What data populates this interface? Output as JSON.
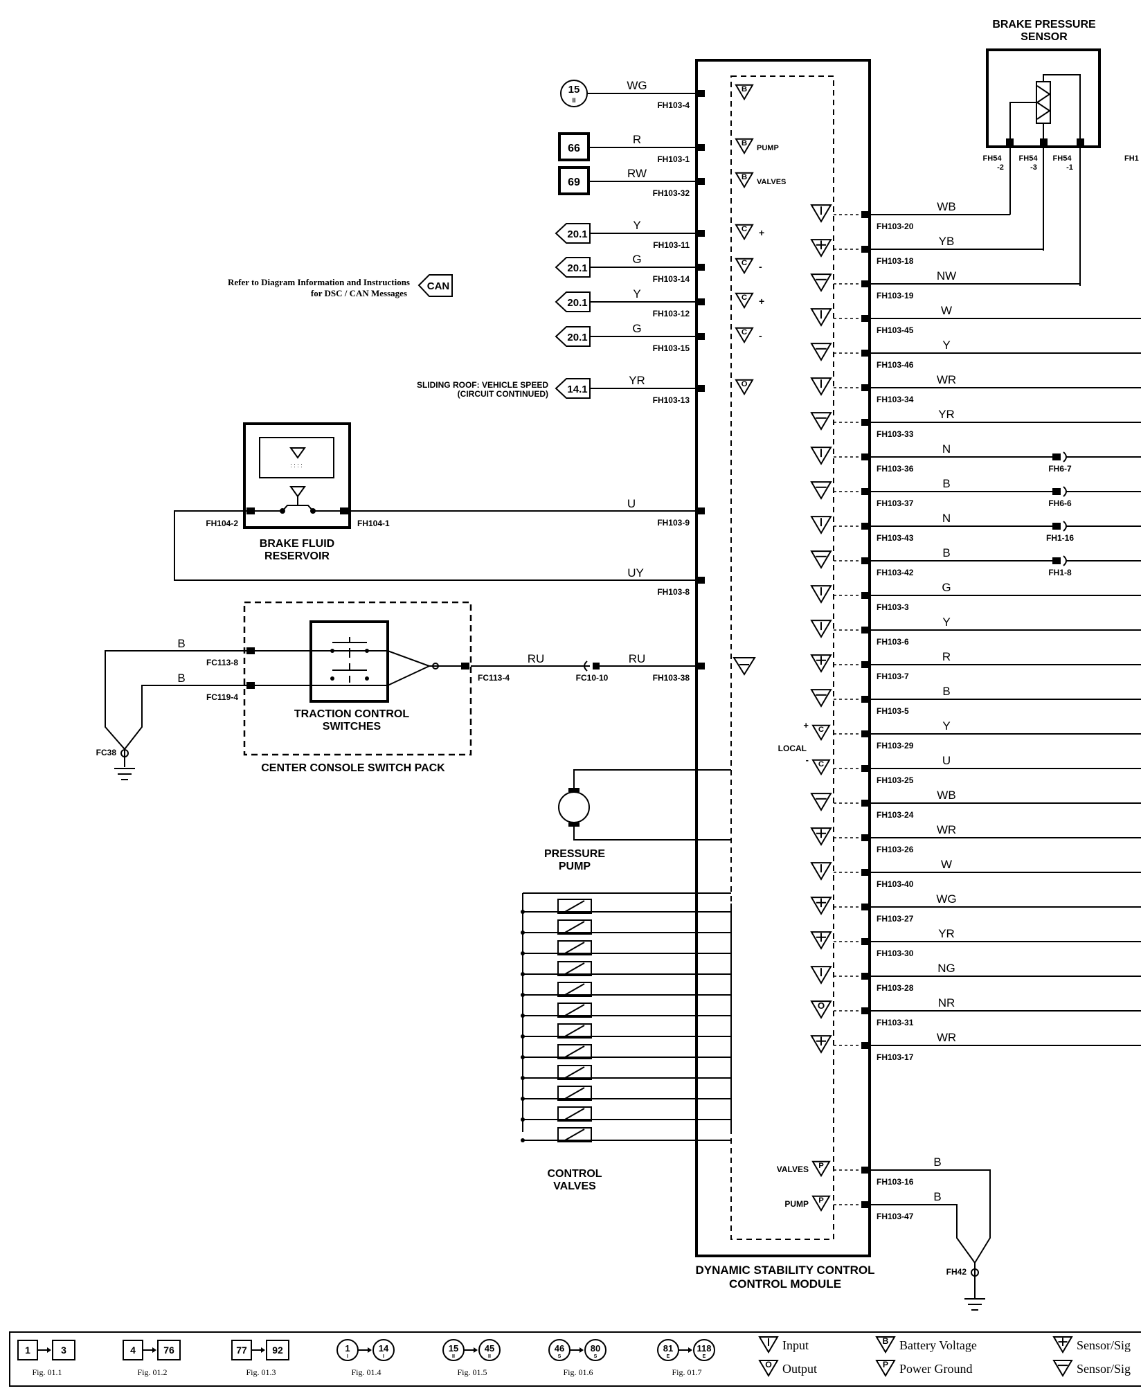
{
  "title": {
    "module_line1": "DYNAMIC STABILITY CONTROL",
    "module_line2": "CONTROL MODULE"
  },
  "note": {
    "line1": "Refer to Diagram Information and Instructions",
    "line2": "for DSC / CAN Messages",
    "tag": "CAN"
  },
  "sensor": {
    "title1": "BRAKE PRESSURE",
    "title2": "SENSOR",
    "pins": [
      {
        "name": "FH54",
        "pin": "-2"
      },
      {
        "name": "FH54",
        "pin": "-3"
      },
      {
        "name": "FH54",
        "pin": "-1"
      }
    ],
    "cut_label": "FH1"
  },
  "left_inputs": [
    {
      "ref": "15",
      "ref_sub": "II",
      "kind": "circle",
      "wire": "WG",
      "conn": "FH103-4",
      "sym": "B",
      "note": ""
    },
    {
      "ref": "66",
      "ref_sub": "",
      "kind": "box",
      "wire": "R",
      "conn": "FH103-1",
      "sym": "B",
      "note": "PUMP"
    },
    {
      "ref": "69",
      "ref_sub": "",
      "kind": "box",
      "wire": "RW",
      "conn": "FH103-32",
      "sym": "B",
      "note": "VALVES"
    },
    {
      "ref": "20.1",
      "ref_sub": "",
      "kind": "arrow",
      "wire": "Y",
      "conn": "FH103-11",
      "sym": "C",
      "note": "+"
    },
    {
      "ref": "20.1",
      "ref_sub": "",
      "kind": "arrow",
      "wire": "G",
      "conn": "FH103-14",
      "sym": "C",
      "note": "-"
    },
    {
      "ref": "20.1",
      "ref_sub": "",
      "kind": "arrow",
      "wire": "Y",
      "conn": "FH103-12",
      "sym": "C",
      "note": "+"
    },
    {
      "ref": "20.1",
      "ref_sub": "",
      "kind": "arrow",
      "wire": "G",
      "conn": "FH103-15",
      "sym": "C",
      "note": "-"
    },
    {
      "ref": "14.1",
      "ref_sub": "",
      "kind": "arrow",
      "wire": "YR",
      "conn": "FH103-13",
      "sym": "O",
      "note": ""
    }
  ],
  "sliding_roof": {
    "line1": "SLIDING ROOF: VEHICLE SPEED",
    "line2": "(CIRCUIT CONTINUED)"
  },
  "reservoir": {
    "label1": "BRAKE FLUID",
    "label2": "RESERVOIR",
    "left_conn": "FH104-2",
    "right_conn": "FH104-1",
    "wire_u": "U",
    "conn_u": "FH103-9",
    "wire_uy": "UY",
    "conn_uy": "FH103-8"
  },
  "switch_pack": {
    "inner_label1": "TRACTION CONTROL",
    "inner_label2": "SWITCHES",
    "outer_label": "CENTER CONSOLE SWITCH PACK",
    "conn_top": "FC113-8",
    "conn_bottom": "FC119-4",
    "conn_out": "FC113-4",
    "wire_top": "B",
    "wire_bottom": "B",
    "wire_ru1": "RU",
    "wire_ru2": "RU",
    "inline_conn": "FC10-10",
    "module_conn": "FH103-38",
    "ground": "FC38"
  },
  "pump": {
    "label1": "PRESSURE",
    "label2": "PUMP"
  },
  "valves": {
    "label1": "CONTROL",
    "label2": "VALVES",
    "count": 12
  },
  "right_outputs": [
    {
      "sym": "I",
      "conn": "FH103-20",
      "wire": "WB",
      "end": "sensor2"
    },
    {
      "sym": "+",
      "conn": "FH103-18",
      "wire": "YB",
      "end": "sensor3"
    },
    {
      "sym": "-",
      "conn": "FH103-19",
      "wire": "NW",
      "end": "sensor1"
    },
    {
      "sym": "I",
      "conn": "FH103-45",
      "wire": "W",
      "end": ""
    },
    {
      "sym": "-",
      "conn": "FH103-46",
      "wire": "Y",
      "end": ""
    },
    {
      "sym": "I",
      "conn": "FH103-34",
      "wire": "WR",
      "end": ""
    },
    {
      "sym": "-",
      "conn": "FH103-33",
      "wire": "YR",
      "end": ""
    },
    {
      "sym": "I",
      "conn": "FH103-36",
      "wire": "N",
      "end": "FH6-7"
    },
    {
      "sym": "-",
      "conn": "FH103-37",
      "wire": "B",
      "end": "FH6-6"
    },
    {
      "sym": "I",
      "conn": "FH103-43",
      "wire": "N",
      "end": "FH1-16"
    },
    {
      "sym": "-",
      "conn": "FH103-42",
      "wire": "B",
      "end": "FH1-8"
    },
    {
      "sym": "I",
      "conn": "FH103-3",
      "wire": "G",
      "end": ""
    },
    {
      "sym": "I",
      "conn": "FH103-6",
      "wire": "Y",
      "end": ""
    },
    {
      "sym": "+",
      "conn": "FH103-7",
      "wire": "R",
      "end": ""
    },
    {
      "sym": "-",
      "conn": "FH103-5",
      "wire": "B",
      "end": ""
    },
    {
      "sym": "C+",
      "conn": "FH103-29",
      "wire": "Y",
      "end": ""
    },
    {
      "sym": "C-",
      "conn": "FH103-25",
      "wire": "U",
      "end": ""
    },
    {
      "sym": "-",
      "conn": "FH103-24",
      "wire": "WB",
      "end": ""
    },
    {
      "sym": "+",
      "conn": "FH103-26",
      "wire": "WR",
      "end": ""
    },
    {
      "sym": "I",
      "conn": "FH103-40",
      "wire": "W",
      "end": ""
    },
    {
      "sym": "+",
      "conn": "FH103-27",
      "wire": "WG",
      "end": ""
    },
    {
      "sym": "+",
      "conn": "FH103-30",
      "wire": "YR",
      "end": ""
    },
    {
      "sym": "I",
      "conn": "FH103-28",
      "wire": "NG",
      "end": ""
    },
    {
      "sym": "O",
      "conn": "FH103-31",
      "wire": "NR",
      "end": ""
    },
    {
      "sym": "+",
      "conn": "FH103-17",
      "wire": "WR",
      "end": ""
    }
  ],
  "local_label": "LOCAL",
  "power_grounds": [
    {
      "note": "VALVES",
      "sym": "P",
      "conn": "FH103-16",
      "wire": "B"
    },
    {
      "note": "PUMP",
      "sym": "P",
      "conn": "FH103-47",
      "wire": "B"
    }
  ],
  "ground_main": "FH42",
  "legend": {
    "figs": [
      {
        "a": "1",
        "b": "3",
        "shape": "box",
        "sub_a": "",
        "sub_b": "",
        "fig": "Fig. 01.1"
      },
      {
        "a": "4",
        "b": "76",
        "shape": "box",
        "sub_a": "",
        "sub_b": "",
        "fig": "Fig. 01.2"
      },
      {
        "a": "77",
        "b": "92",
        "shape": "box",
        "sub_a": "",
        "sub_b": "",
        "fig": "Fig. 01.3"
      },
      {
        "a": "1",
        "b": "14",
        "shape": "circle",
        "sub_a": "I",
        "sub_b": "I",
        "fig": "Fig. 01.4"
      },
      {
        "a": "15",
        "b": "45",
        "shape": "circle",
        "sub_a": "II",
        "sub_b": "II",
        "fig": "Fig. 01.5"
      },
      {
        "a": "46",
        "b": "80",
        "shape": "circle",
        "sub_a": "S",
        "sub_b": "S",
        "fig": "Fig. 01.6"
      },
      {
        "a": "81",
        "b": "118",
        "shape": "circle",
        "sub_a": "E",
        "sub_b": "E",
        "fig": "Fig. 01.7"
      }
    ],
    "symbols": [
      {
        "sym": "I",
        "label": "Input"
      },
      {
        "sym": "O",
        "label": "Output"
      },
      {
        "sym": "B",
        "label": "Battery Voltage"
      },
      {
        "sym": "P",
        "label": "Power Ground"
      },
      {
        "sym": "+",
        "label": "Sensor/Sig"
      },
      {
        "sym": "-",
        "label": "Sensor/Sig"
      }
    ]
  }
}
